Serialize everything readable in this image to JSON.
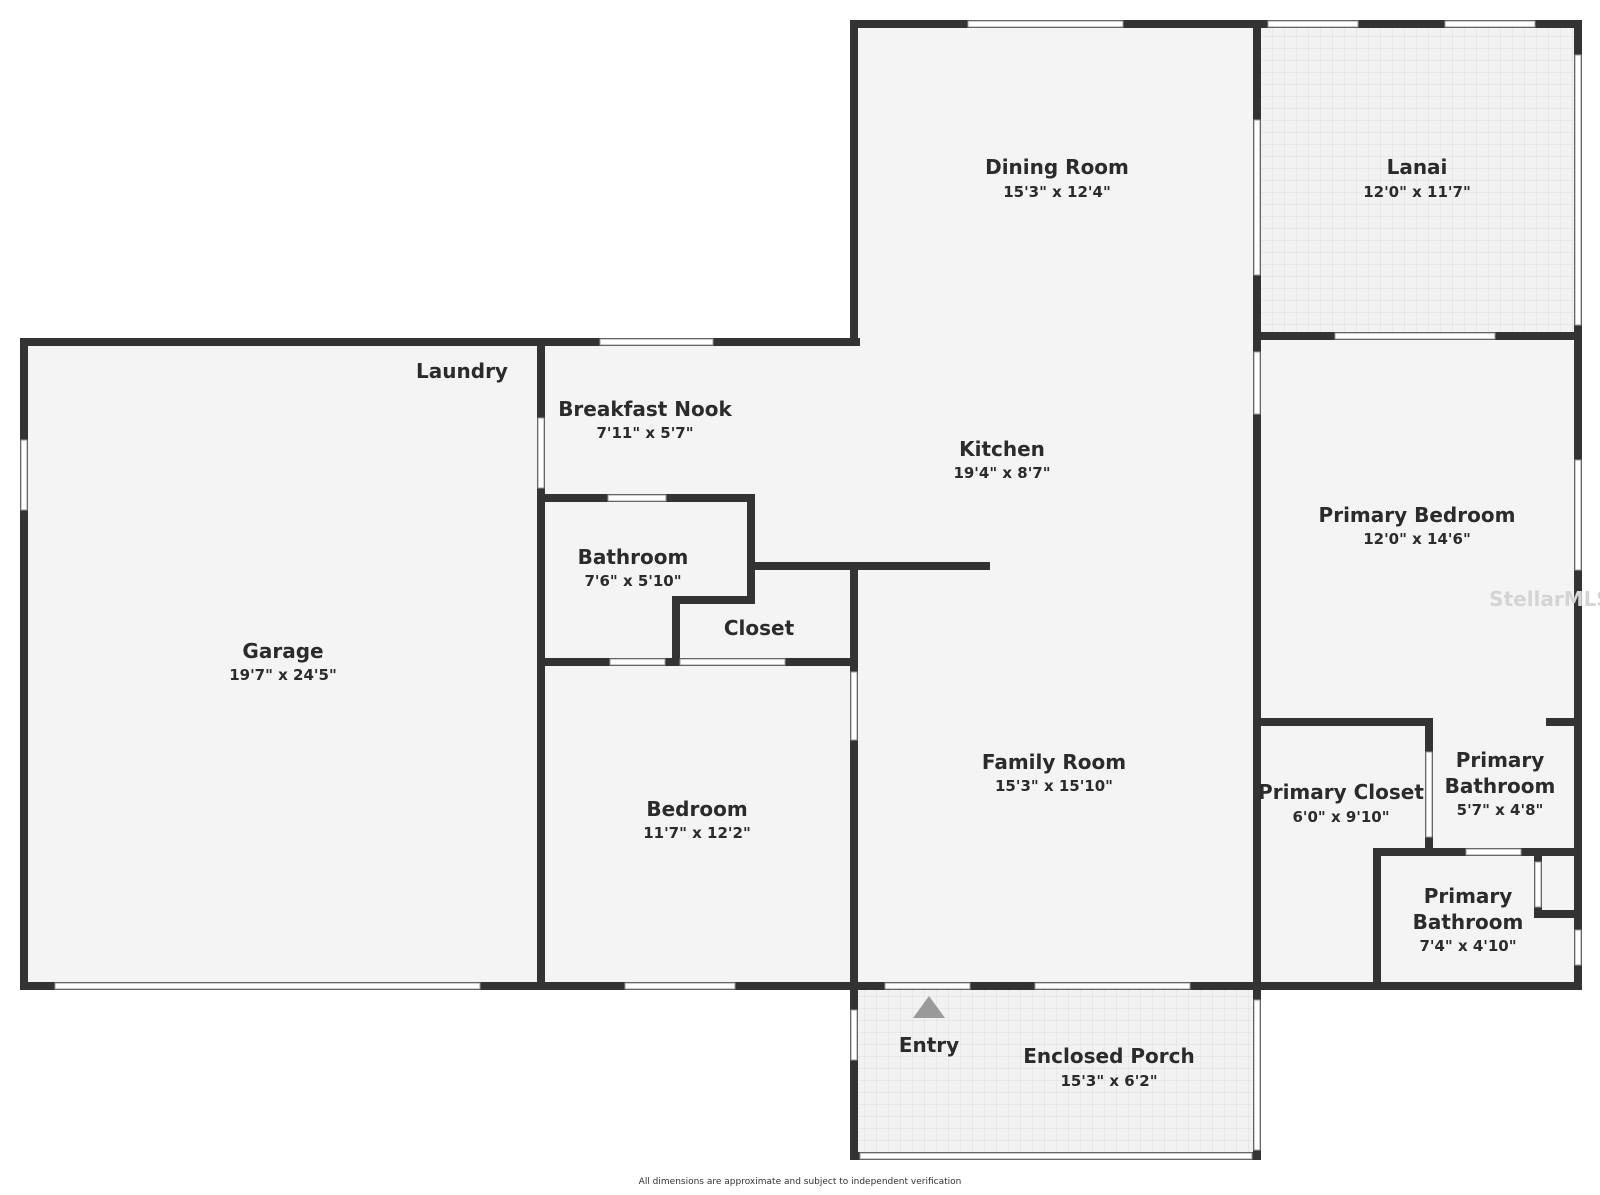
{
  "rooms": {
    "dining_room": {
      "name": "Dining Room",
      "dim": "15'3\" x 12'4\""
    },
    "lanai": {
      "name": "Lanai",
      "dim": "12'0\" x 11'7\""
    },
    "laundry": {
      "name": "Laundry"
    },
    "breakfast_nook": {
      "name": "Breakfast Nook",
      "dim": "7'11\" x 5'7\""
    },
    "kitchen": {
      "name": "Kitchen",
      "dim": "19'4\" x 8'7\""
    },
    "primary_bedroom": {
      "name": "Primary Bedroom",
      "dim": "12'0\" x 14'6\""
    },
    "garage": {
      "name": "Garage",
      "dim": "19'7\" x 24'5\""
    },
    "bathroom": {
      "name": "Bathroom",
      "dim": "7'6\" x 5'10\""
    },
    "closet": {
      "name": "Closet"
    },
    "family_room": {
      "name": "Family Room",
      "dim": "15'3\" x 15'10\""
    },
    "bedroom": {
      "name": "Bedroom",
      "dim": "11'7\" x 12'2\""
    },
    "primary_closet": {
      "name": "Primary Closet",
      "dim": "6'0\" x 9'10\""
    },
    "primary_bathroom_1": {
      "name_line1": "Primary",
      "name_line2": "Bathroom",
      "dim": "5'7\" x 4'8\""
    },
    "primary_bathroom_2": {
      "name_line1": "Primary",
      "name_line2": "Bathroom",
      "dim": "7'4\" x 4'10\""
    },
    "entry": {
      "name": "Entry"
    },
    "enclosed_porch": {
      "name": "Enclosed Porch",
      "dim": "15'3\" x 6'2\""
    }
  },
  "watermark": "StellarMLS",
  "disclaimer": "All dimensions are approximate and subject to independent verification",
  "colors": {
    "wall": "#333333",
    "floor": "#f4f4f4",
    "tile_floor": "#f2f2f2",
    "text": "#2b2b2b"
  }
}
